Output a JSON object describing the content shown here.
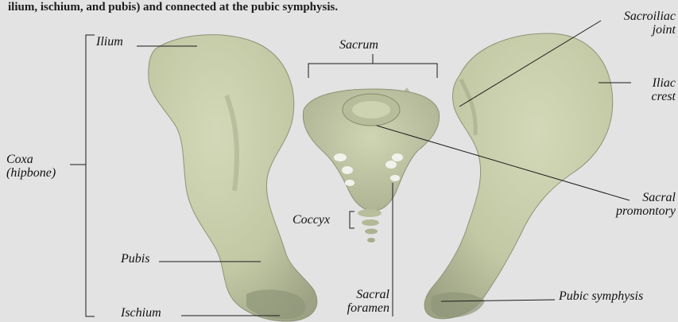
{
  "caption": "ilium, ischium, and pubis) and connected at the pubic symphysis.",
  "labels": {
    "ilium": "Ilium",
    "coxa_line1": "Coxa",
    "coxa_line2": "(hipbone)",
    "pubis": "Pubis",
    "ischium": "Ischium",
    "sacrum": "Sacrum",
    "coccyx": "Coccyx",
    "sacral_foramen_line1": "Sacral",
    "sacral_foramen_line2": "foramen",
    "sacroiliac_line1": "Sacroiliac",
    "sacroiliac_line2": "joint",
    "iliac_crest_line1": "Iliac",
    "iliac_crest_line2": "crest",
    "sacral_promontory_line1": "Sacral",
    "sacral_promontory_line2": "promontory",
    "pubic_symphysis": "Pubic symphysis"
  },
  "colors": {
    "background": "#e3e3e3",
    "bone": "#c9cfad",
    "bone_shadow": "#9ea486",
    "bone_dark": "#6f745d",
    "line": "#1a1a1a"
  }
}
